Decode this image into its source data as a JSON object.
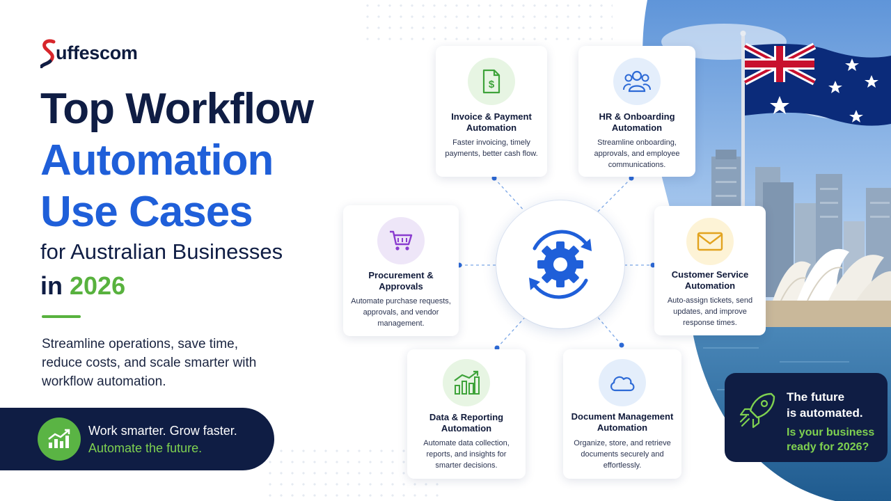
{
  "brand": {
    "logo_text": "uffescom",
    "logo_letter": "S"
  },
  "headline": {
    "line1": "Top Workflow",
    "line2": "Automation",
    "line3": "Use Cases",
    "line4": "for Australian Businesses",
    "line5_prefix": "in ",
    "line5_year": "2026"
  },
  "description": "Streamline operations, save time, reduce costs, and scale smarter with workflow automation.",
  "banner": {
    "line1": "Work smarter. Grow faster.",
    "line2": "Automate the future."
  },
  "cards": [
    {
      "title": "Invoice & Payment Automation",
      "text": "Faster invoicing, timely payments, better cash flow.",
      "icon": "invoice-dollar-icon"
    },
    {
      "title": "HR & Onboarding Automation",
      "text": "Streamline onboarding, approvals, and employee communications.",
      "icon": "people-group-icon"
    },
    {
      "title": "Procurement & Approvals",
      "text": "Automate purchase requests, approvals, and vendor management.",
      "icon": "shopping-cart-icon"
    },
    {
      "title": "Customer Service Automation",
      "text": "Auto-assign tickets, send updates, and improve response times.",
      "icon": "envelope-icon"
    },
    {
      "title": "Data & Reporting Automation",
      "text": "Automate data collection, reports, and insights for smarter decisions.",
      "icon": "bar-chart-icon"
    },
    {
      "title": "Document Management Automation",
      "text": "Organize, store, and retrieve documents securely and effortlessly.",
      "icon": "cloud-icon"
    }
  ],
  "future": {
    "line1": "The future",
    "line2": "is automated.",
    "line3": "Is your business",
    "line4": "ready for 2026?"
  },
  "colors": {
    "navy": "#0f1d44",
    "blue": "#1f5fd9",
    "green": "#58b23e",
    "brand_red": "#d7262b"
  }
}
